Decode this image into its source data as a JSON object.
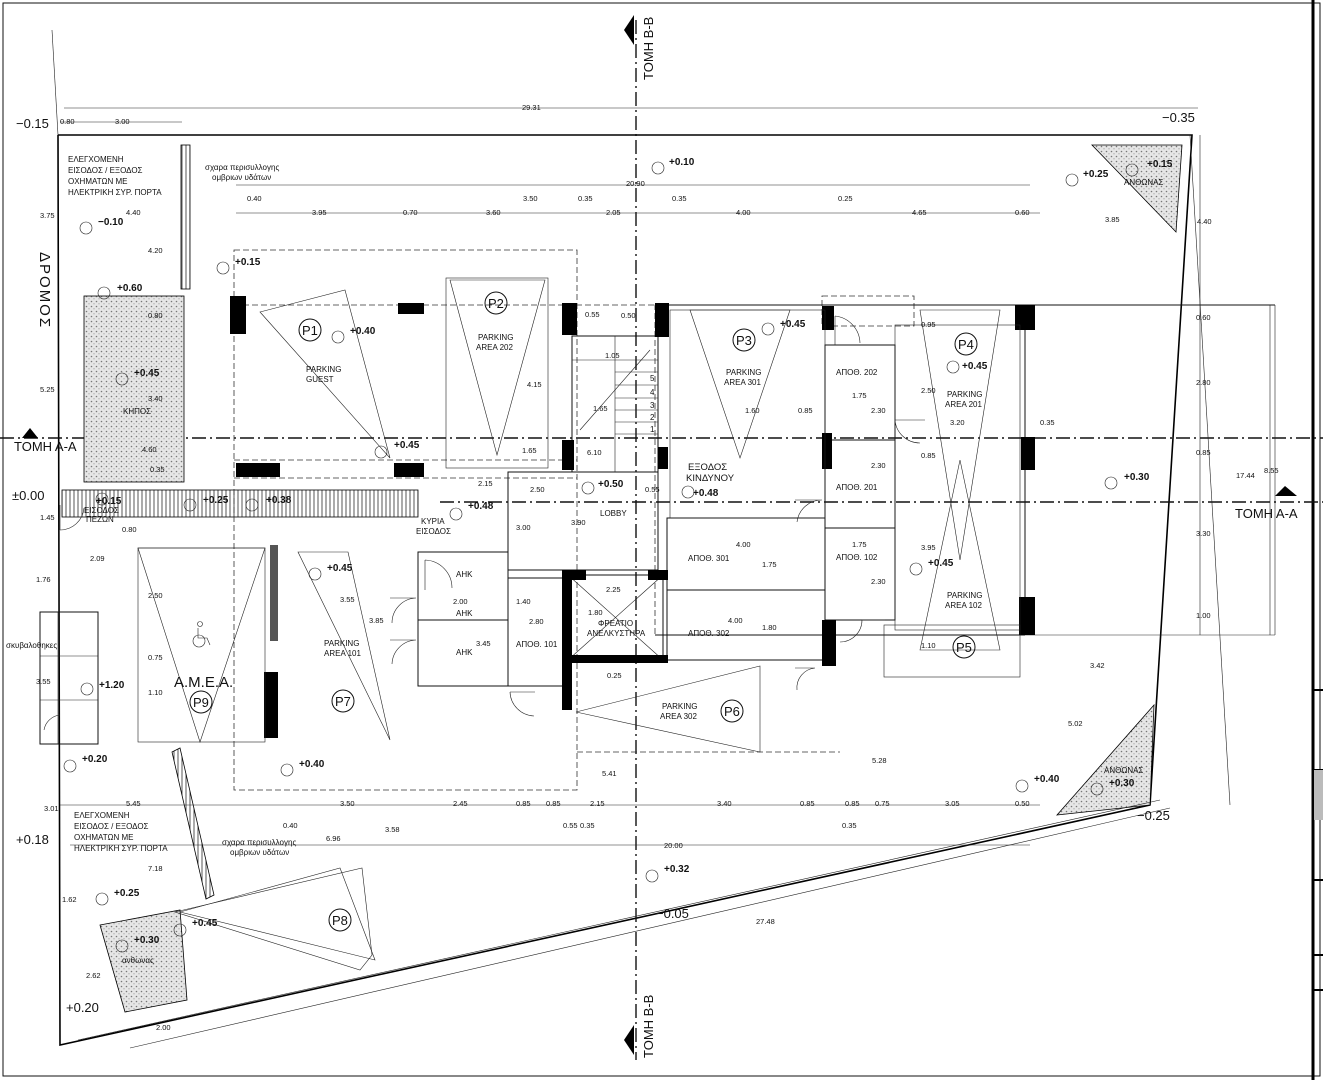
{
  "sections": {
    "aa": "ΤΟΜΗ Α-Α",
    "bb": "ΤΟΜΗ Β-Β"
  },
  "street": "ΔΡΟΜΟΣ",
  "levels": {
    "ne_corner": "−0.35",
    "nw_corner": "−0.15",
    "n_axis": "+0.10",
    "north_flower": "+0.15",
    "north_right": "+0.25",
    "west_gate": "−0.10",
    "garden_nw": "+0.60",
    "garden": "+0.45",
    "p_guest": "+0.15",
    "p1": "+0.40",
    "corridor_1": "+0.45",
    "ramp_w": "+0.15",
    "ramp_mid1": "+0.25",
    "ramp_mid2": "+0.38",
    "entrance": "+0.48",
    "lobby": "+0.50",
    "exit": "+0.48",
    "p3": "+0.45",
    "p4": "+0.45",
    "east": "+0.30",
    "p101": "+0.45",
    "p102": "+0.45",
    "zero": "±0.00",
    "bin": "+1.20",
    "sw_gate": "+0.20",
    "p7": "+0.40",
    "se_flower": "+0.30",
    "se_corner_lv": "+0.40",
    "s_right": "−0.25",
    "s_axis": "+0.32",
    "s_mid": "−0.05",
    "w_lower": "+0.18",
    "sw_gate2": "+0.25",
    "flower_sw": "+0.30",
    "flower_sw2": "+0.45",
    "sw_corner": "+0.20"
  },
  "labels": {
    "gate_top": [
      "ΕΛΕΓΧΟΜΕΝΗ",
      "ΕΙΣΟΔΟΣ / ΕΞΟΔΟΣ",
      "ΟΧΗΜΑΤΩΝ ΜΕ",
      "ΗΛΕΚΤΡΙΚΗ ΣΥΡ. ΠΟΡΤΑ"
    ],
    "gate_bottom": [
      "ΕΛΕΓΧΟΜΕΝΗ",
      "ΕΙΣΟΔΟΣ / ΕΞΟΔΟΣ",
      "ΟΧΗΜΑΤΩΝ ΜΕ",
      "ΗΛΕΚΤΡΙΚΗ ΣΥΡ. ΠΟΡΤΑ"
    ],
    "drain_top": [
      "σχαρα περισυλλογης",
      "ομβριων υδάτων"
    ],
    "drain_bottom": [
      "σχαρα περισυλλογης",
      "ομβριων υδάτων"
    ],
    "garden": "ΚΗΠΟΣ",
    "ped_entry": [
      "ΕΙΣΟΔΟΣ",
      "ΠΕΖΩΝ"
    ],
    "main_entry": [
      "ΚΥΡΙΑ",
      "ΕΙΣΟΔΟΣ"
    ],
    "emergency": [
      "ΕΞΟΔΟΣ",
      "ΚΙΝΔΥΝΟΥ"
    ],
    "lobby": "LOBBY",
    "elevator": [
      "ΦΡΕΑΤΙΟ",
      "ΑΝΕΛΚΥΣΤΗΡΑ"
    ],
    "bins": "σκυβαλοθηκες",
    "ahk1": "ΑΗΚ",
    "ahk2": "ΑΗΚ",
    "ahk3": "ΑΗΚ",
    "amea": "Α.Μ.Ε.Α.",
    "flower_ne": "ΑΝΘΩΝΑΣ",
    "flower_se": "ΑΝΘΩΝΑΣ",
    "flower_sw": "ανθωνας",
    "store_202": "ΑΠΟΘ. 202",
    "store_201": "ΑΠΟΘ. 201",
    "store_102": "ΑΠΟΘ. 102",
    "store_301": "ΑΠΟΘ. 301",
    "store_302": "ΑΠΟΘ. 302",
    "store_101": "ΑΠΟΘ. 101"
  },
  "parking": [
    {
      "id": "P1",
      "name": [
        "PARKING",
        "GUEST"
      ]
    },
    {
      "id": "P2",
      "name": [
        "PARKING",
        "AREA 202"
      ]
    },
    {
      "id": "P3",
      "name": [
        "PARKING",
        "AREA 301"
      ]
    },
    {
      "id": "P4",
      "name": [
        "PARKING",
        "AREA 201"
      ]
    },
    {
      "id": "P5",
      "name": [
        "PARKING",
        "AREA 102"
      ]
    },
    {
      "id": "P6",
      "name": [
        "PARKING",
        "AREA 302"
      ]
    },
    {
      "id": "P7",
      "name": [
        "PARKING",
        "AREA 101"
      ]
    },
    {
      "id": "P8",
      "name": []
    },
    {
      "id": "P9",
      "name": []
    }
  ],
  "stairs": [
    "5",
    "4",
    "3",
    "2",
    "1"
  ],
  "dims": {
    "total_top": "29.31",
    "d080": "0.80",
    "d300": "3.00",
    "d2090": "20.90",
    "d040a": "0.40",
    "d395": "3.95",
    "d070": "0.70",
    "d360": "3.60",
    "d350a": "3.50",
    "d035a": "0.35",
    "d205": "2.05",
    "d035b": "0.35",
    "d400a": "4.00",
    "d025a": "0.25",
    "d465": "4.65",
    "d060a": "0.60",
    "d385": "3.85",
    "d440a": "4.40",
    "d440b": "4.40",
    "d375": "3.75",
    "d420": "4.20",
    "d525": "5.25",
    "d080b": "0.80",
    "d340": "3.40",
    "d460": "4.60",
    "d035c": "0.35",
    "d145": "1.45",
    "d080c": "0.80",
    "d209": "2.09",
    "d176": "1.76",
    "d250a": "2.50",
    "d075": "0.75",
    "d355": "3.55",
    "d110": "1.10",
    "d301": "3.01",
    "d055a": "0.55",
    "d050a": "0.50",
    "d105": "1.05",
    "d415": "4.15",
    "d165a": "1.65",
    "d165b": "1.65",
    "d610": "6.10",
    "d215": "2.15",
    "d250b": "2.50",
    "d300b": "3.00",
    "d390": "3.90",
    "d055b": "0.55",
    "d225": "2.25",
    "d180a": "1.80",
    "d160": "1.60",
    "d085a": "0.85",
    "d400b": "4.00",
    "d175a": "1.75",
    "d400c": "4.00",
    "d180b": "1.80",
    "d175b": "1.75",
    "d230a": "2.30",
    "d230b": "2.30",
    "d230c": "2.30",
    "d095": "0.95",
    "d250c": "2.50",
    "d320": "3.20",
    "d035d": "0.35",
    "d085b": "0.85",
    "d395b": "3.95",
    "d110b": "1.10",
    "d175c": "1.75",
    "d060b": "0.60",
    "d280a": "2.80",
    "d085c": "0.85",
    "d330": "3.30",
    "d100": "1.00",
    "d1744": "17.44",
    "d855": "8.55",
    "d342": "3.42",
    "d502": "5.02",
    "d528": "5.28",
    "d355b": "3.55",
    "d385b": "3.85",
    "d200": "2.00",
    "d140": "1.40",
    "d345": "3.45",
    "d280b": "2.80",
    "d025b": "0.25",
    "d541": "5.41",
    "d545": "5.45",
    "d350b": "3.50",
    "d245": "2.45",
    "d085d": "0.85",
    "d085e": "0.85",
    "d215b": "2.15",
    "d340b": "3.40",
    "d085f": "0.85",
    "d085g": "0.85",
    "d075b": "0.75",
    "d305": "3.05",
    "d050b": "0.50",
    "d040b": "0.40",
    "d055c": "0.55",
    "d035e": "0.35",
    "d035f": "0.35",
    "d2000": "20.00",
    "d696": "6.96",
    "d358": "3.58",
    "d718": "7.18",
    "d162": "1.62",
    "d262": "2.62",
    "d200b": "2.00",
    "d2748": "27.48"
  }
}
